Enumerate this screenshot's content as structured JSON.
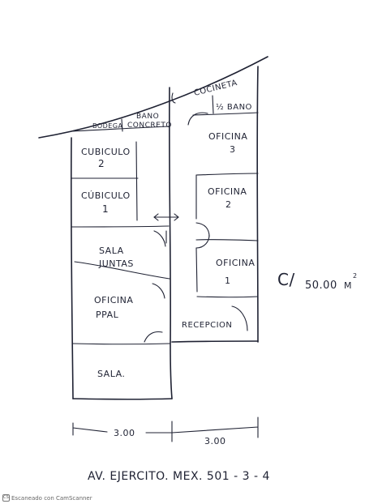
{
  "rooms": {
    "cocineta": "COCINETA",
    "bano_line1": "BANO",
    "bano_line2": "CONCRETO",
    "bodega": "BODEGA",
    "medio_bano": "½ BANO",
    "oficina3_line1": "OFICINA",
    "oficina3_line2": "3",
    "cubiculo2_line1": "CUBICULO",
    "cubiculo2_line2": "2",
    "cubiculo1_line1": "CÚBICULO",
    "cubiculo1_line2": "1",
    "oficina2_line1": "OFICINA",
    "oficina2_line2": "2",
    "sala_juntas_line1": "SALA",
    "sala_juntas_line2": "JUNTAS",
    "oficina1_line1": "OFICINA",
    "oficina1_line2": "1",
    "oficina_ppal_line1": "OFICINA",
    "oficina_ppal_line2": "PPAL",
    "recepcion": "RECEPCION",
    "sala": "SALA."
  },
  "area_note": {
    "prefix": "C/",
    "value": "50.00",
    "unit": "M",
    "exponent": "2"
  },
  "dimensions": {
    "left_width": "3.00",
    "right_width": "3.00"
  },
  "address": "AV. EJERCITO. MEX. 501 - 3 - 4",
  "watermark": {
    "text": "Escaneado con CamScanner",
    "logo": "CS"
  }
}
